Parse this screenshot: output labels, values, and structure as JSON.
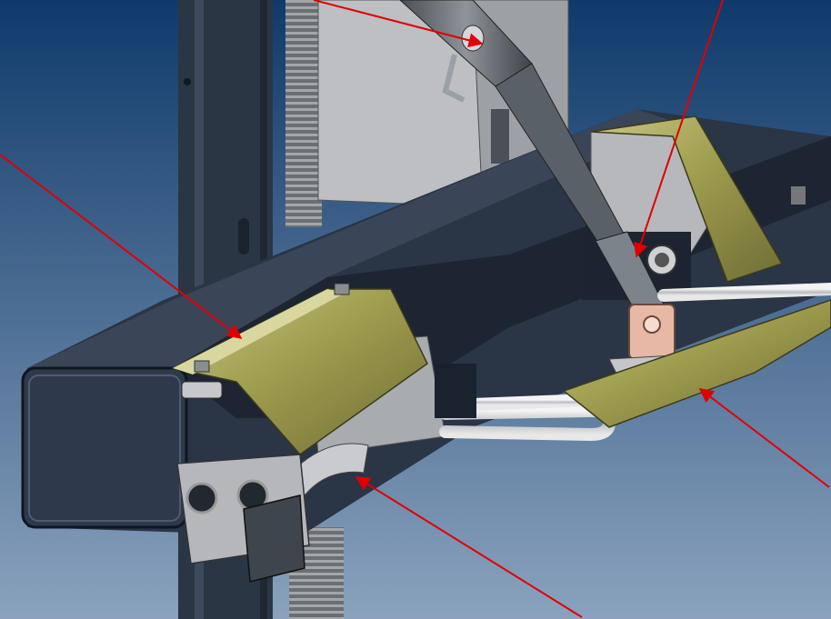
{
  "scene": {
    "background_top": "#0f3a6b",
    "background_bottom": "#8aa2bd",
    "frame_color": "#2c3848",
    "bracket_color": "#a8a558",
    "arrow_color": "#e00000"
  },
  "components": [
    {
      "name": "screw-column-upper",
      "type": "threaded-rod"
    },
    {
      "name": "screw-column-lower",
      "type": "threaded-rod"
    },
    {
      "name": "vertical-post",
      "type": "frame"
    },
    {
      "name": "horizontal-beam",
      "type": "frame"
    },
    {
      "name": "gas-spring",
      "type": "actuator"
    },
    {
      "name": "left-bracket",
      "type": "bracket"
    },
    {
      "name": "right-bracket",
      "type": "bracket"
    },
    {
      "name": "u-handle",
      "type": "handle"
    },
    {
      "name": "foot-plate",
      "type": "plate"
    },
    {
      "name": "clamp-block",
      "type": "clamp"
    },
    {
      "name": "clevis-mount",
      "type": "mount"
    }
  ],
  "callouts": [
    {
      "name": "callout-gas-spring-top"
    },
    {
      "name": "callout-clevis-joint"
    },
    {
      "name": "callout-left-bracket"
    },
    {
      "name": "callout-foot-plate"
    },
    {
      "name": "callout-lower-hook"
    }
  ]
}
